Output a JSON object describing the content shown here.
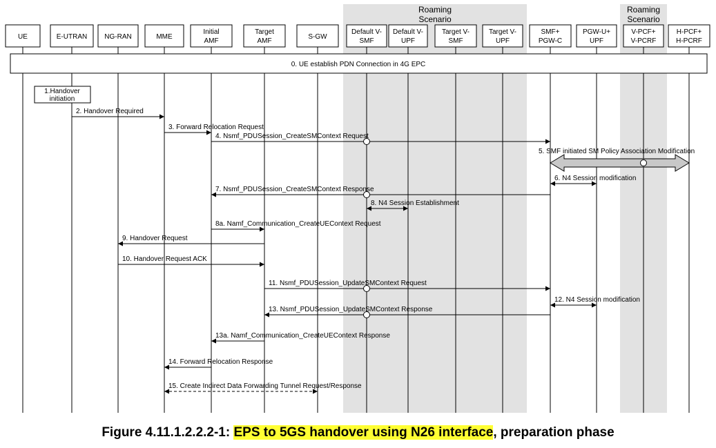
{
  "roaming_label": "Roaming Scenario",
  "nodes": [
    "UE",
    "E-UTRAN",
    "NG-RAN",
    "MME",
    "Initial AMF",
    "Target AMF",
    "S-GW",
    "Default V-SMF",
    "Default V-UPF",
    "Target V-SMF",
    "Target V-UPF",
    "SMF+ PGW-C",
    "PGW-U+ UPF",
    "V-PCF+ V-PCRF",
    "H-PCF+ H-PCRF"
  ],
  "node_labels": [
    [
      "UE"
    ],
    [
      "E-UTRAN"
    ],
    [
      "NG-RAN"
    ],
    [
      "MME"
    ],
    [
      "Initial",
      "AMF"
    ],
    [
      "Target",
      "AMF"
    ],
    [
      "S-GW"
    ],
    [
      "Default V-",
      "SMF"
    ],
    [
      "Default V-",
      "UPF"
    ],
    [
      "Target V-",
      "SMF"
    ],
    [
      "Target V-",
      "UPF"
    ],
    [
      "SMF+",
      "PGW-C"
    ],
    [
      "PGW-U+",
      "UPF"
    ],
    [
      "V-PCF+",
      "V-PCRF"
    ],
    [
      "H-PCF+",
      "H-PCRF"
    ]
  ],
  "step0": "0. UE establish PDN Connection in 4G EPC",
  "step1": [
    "1.Handover",
    "initiation"
  ],
  "messages": [
    {
      "label": "2. Handover Required",
      "from": 1,
      "to": 3
    },
    {
      "label": "3. Forward Relocation Request",
      "from": 3,
      "to": 4
    },
    {
      "label": "4. Nsmf_PDUSession_CreateSMContext Request",
      "from": 4,
      "to": 11,
      "dot": 7
    },
    {
      "label": "5. SMF initiated SM Policy Association Modification",
      "from": 11,
      "to": 14,
      "kind": "block",
      "dot": 13
    },
    {
      "label": "6. N4 Session modification",
      "from": 11,
      "to": 12,
      "kind": "both"
    },
    {
      "label": "7. Nsmf_PDUSession_CreateSMContext Response",
      "from": 11,
      "to": 4,
      "dot": 7
    },
    {
      "label": "8. N4 Session Establishment",
      "from": 7,
      "to": 8,
      "kind": "both"
    },
    {
      "label": "8a. Namf_Communication_CreateUEContext Request",
      "from": 4,
      "to": 5
    },
    {
      "label": "9. Handover Request",
      "from": 5,
      "to": 2
    },
    {
      "label": "10. Handover Request ACK",
      "from": 2,
      "to": 5
    },
    {
      "label": "11. Nsmf_PDUSession_UpdateSMContext Request",
      "from": 5,
      "to": 11,
      "dot": 7
    },
    {
      "label": "12. N4 Session modification",
      "from": 11,
      "to": 12,
      "kind": "both"
    },
    {
      "label": "13. Nsmf_PDUSession_UpdateSMContext Response",
      "from": 11,
      "to": 5,
      "dot": 7
    },
    {
      "label": "13a. Namf_Communication_CreateUEContext Response",
      "from": 5,
      "to": 4
    },
    {
      "label": "14. Forward Relocation Response",
      "from": 4,
      "to": 3
    },
    {
      "label": "15. Create Indirect Data Forwarding Tunnel Request/Response",
      "from": 3,
      "to": 6,
      "kind": "dashed"
    }
  ],
  "caption": {
    "prefix": "Figure 4.11.1.2.2.2-1: ",
    "highlight": "EPS to 5GS handover using N26 interface",
    "suffix": ", preparation phase"
  }
}
